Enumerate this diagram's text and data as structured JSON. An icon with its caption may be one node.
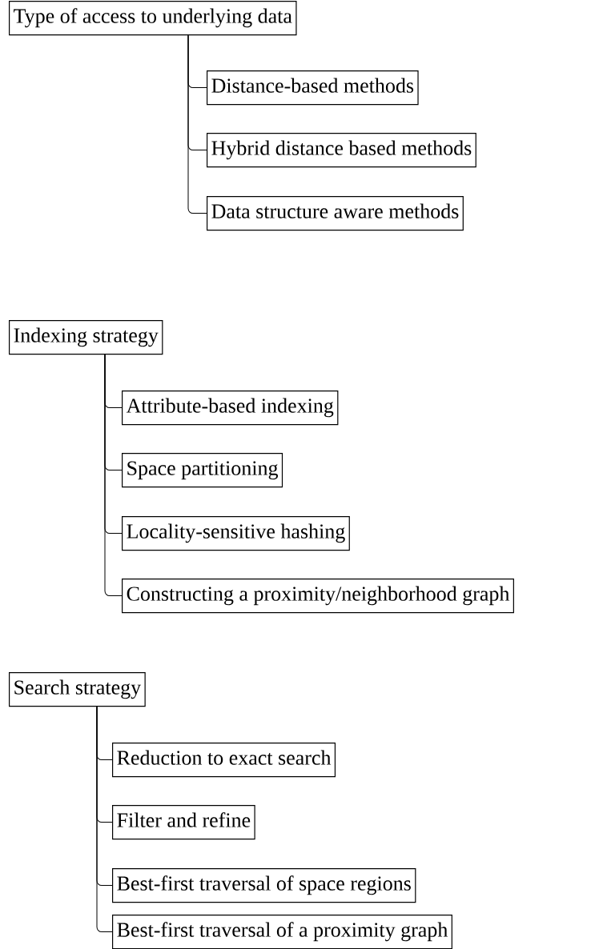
{
  "diagram": {
    "nodes": [
      {
        "text": [
          "Type of access to underlying data"
        ]
      },
      {
        "text": [
          "Distance-based methods"
        ]
      },
      {
        "text": [
          "Hybrid distance based methods"
        ]
      },
      {
        "text": [
          "Data structure aware methods"
        ]
      },
      {
        "text": [
          "Indexing strategy"
        ]
      },
      {
        "text": [
          "Attribute-based indexing"
        ]
      },
      {
        "text": [
          "Space partitioning"
        ]
      },
      {
        "text": [
          "Locality-sensitive hashing"
        ]
      },
      {
        "text": [
          "Constructing a proximity/neighborhood graph"
        ]
      },
      {
        "text": [
          "Search strategy"
        ]
      },
      {
        "text": [
          "Reduction to exact search"
        ]
      },
      {
        "text": [
          "Filter and refine"
        ]
      },
      {
        "text": [
          "Best-first traversal of space regions"
        ]
      },
      {
        "text": [
          "Best-first traversal of a proximity graph"
        ]
      }
    ],
    "edges": [
      {
        "from": 0,
        "to": 1,
        "arrow": "none"
      },
      {
        "from": 0,
        "to": 2,
        "arrow": "none"
      },
      {
        "from": 0,
        "to": 3,
        "arrow": "none"
      },
      {
        "from": 4,
        "to": 5,
        "arrow": "none"
      },
      {
        "from": 4,
        "to": 6,
        "arrow": "none"
      },
      {
        "from": 4,
        "to": 7,
        "arrow": "none"
      },
      {
        "from": 4,
        "to": 8,
        "arrow": "none"
      },
      {
        "from": 9,
        "to": 10,
        "arrow": "none"
      },
      {
        "from": 9,
        "to": 11,
        "arrow": "none"
      },
      {
        "from": 9,
        "to": 12,
        "arrow": "none"
      },
      {
        "from": 9,
        "to": 13,
        "arrow": "none"
      }
    ]
  }
}
